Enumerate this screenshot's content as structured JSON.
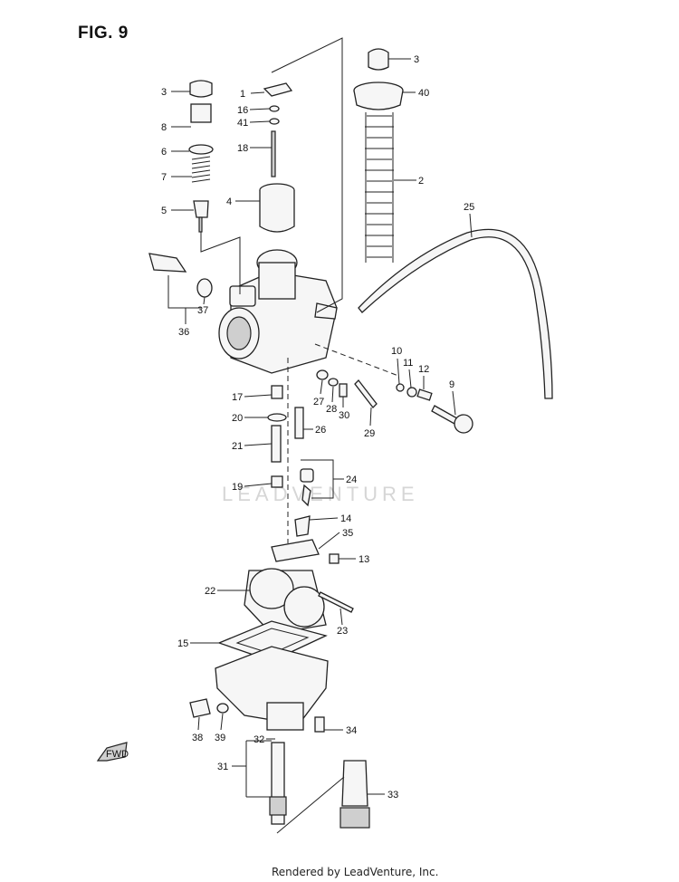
{
  "figure": {
    "title": "FIG. 9"
  },
  "watermark": "LEADVENTURE",
  "footer": "Rendered by LeadVenture, Inc.",
  "fwd_marker": "FWD",
  "callouts": [
    "1",
    "2",
    "3",
    "3",
    "4",
    "5",
    "6",
    "7",
    "8",
    "9",
    "10",
    "11",
    "12",
    "13",
    "14",
    "15",
    "16",
    "17",
    "18",
    "19",
    "20",
    "21",
    "22",
    "23",
    "24",
    "25",
    "26",
    "27",
    "28",
    "29",
    "30",
    "31",
    "32",
    "33",
    "34",
    "35",
    "36",
    "37",
    "38",
    "39",
    "40",
    "41"
  ]
}
